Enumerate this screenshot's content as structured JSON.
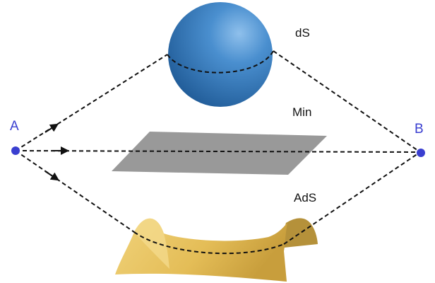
{
  "labels": {
    "point_a": "A",
    "point_b": "B",
    "ds": "dS",
    "min": "Min",
    "ads": "AdS"
  },
  "colors": {
    "point": "#3a3fd0",
    "sphere": "#3f84c4",
    "sphere_highlight": "#7fb6e6",
    "sphere_shadow": "#1f5a96",
    "plane": "#999999",
    "saddle": "#e6c25e",
    "saddle_dark": "#b9912f",
    "path": "#111111"
  },
  "icons": {
    "sphere": "de-sitter-sphere-icon",
    "plane": "minkowski-plane-icon",
    "saddle": "anti-de-sitter-saddle-icon"
  }
}
